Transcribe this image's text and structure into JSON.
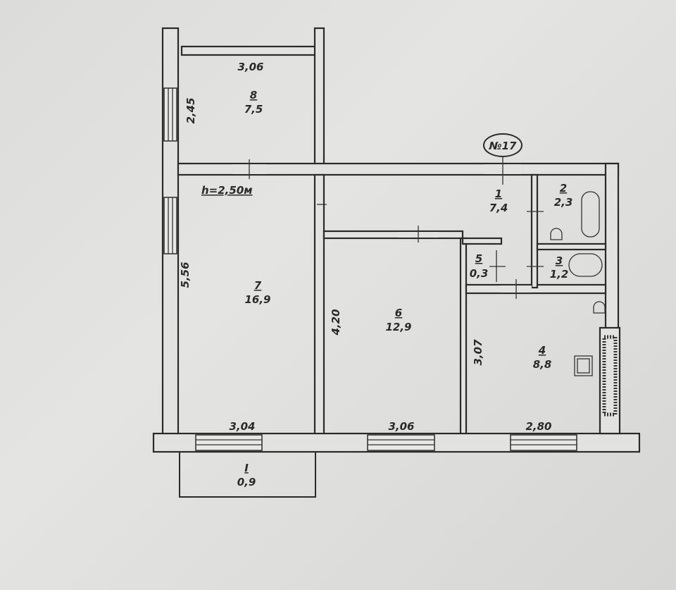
{
  "plan": {
    "apartment_number": "№17",
    "ceiling_height": "h=2,50м",
    "rooms": [
      {
        "number": "1",
        "area": "7,4"
      },
      {
        "number": "2",
        "area": "2,3"
      },
      {
        "number": "3",
        "area": "1,2"
      },
      {
        "number": "4",
        "area": "8,8"
      },
      {
        "number": "5",
        "area": "0,3"
      },
      {
        "number": "6",
        "area": "12,9"
      },
      {
        "number": "7",
        "area": "16,9"
      },
      {
        "number": "8",
        "area": "7,5"
      },
      {
        "number": "I",
        "area": "0,9"
      }
    ],
    "dimensions": {
      "room8_width": "3,06",
      "room8_depth": "2,45",
      "room7_depth": "5,56",
      "room6_depth": "4,20",
      "room4_depth": "3,07",
      "room7_width": "3,04",
      "room6_width": "3,06",
      "room4_width": "2,80"
    }
  }
}
